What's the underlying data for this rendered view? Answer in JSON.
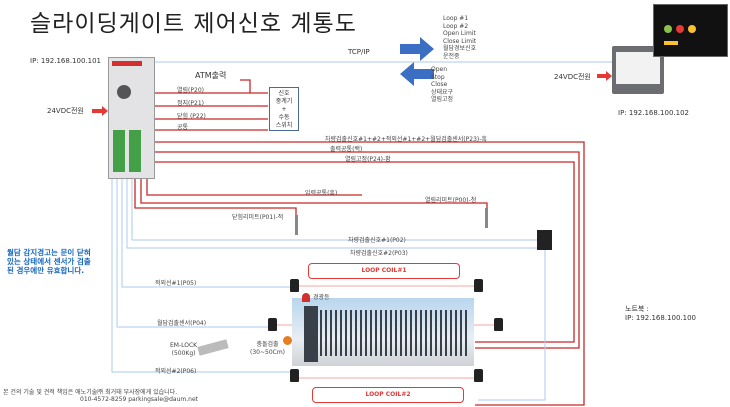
{
  "title": "슬라이딩게이트 제어신호 계통도",
  "plc": {
    "ip": "IP: 192.168.100.101",
    "power": "24VDC전원"
  },
  "hmi": {
    "ip": "IP: 192.168.100.102",
    "power": "24VDC전원"
  },
  "network": {
    "protocol": "TCP/IP"
  },
  "to_hmi_signals": [
    "Loop #1",
    "Loop #2",
    "Open Limit",
    "Close Limit",
    "월담경보신호",
    "운전중"
  ],
  "from_hmi_signals": [
    "Open",
    "Stop",
    "Close",
    "상태요구",
    "열림고정"
  ],
  "atm": {
    "label": "ATM출력"
  },
  "relay": {
    "lines": [
      "신호",
      "중계기",
      "+",
      "수동",
      "스위치"
    ]
  },
  "outputs": [
    "열림(P20)",
    "정지(P21)",
    "닫힘 (P22)",
    "공통"
  ],
  "bus_labels": [
    "차량검출신호#1+#2+적외선#1+#2+월담검출센서(P23)-흑",
    "출력공통(백)",
    "열림고정(P24)-황"
  ],
  "inputs": {
    "common": "입력공통(흑)",
    "open_limit": "열림리미트(P00)-청",
    "close_limit": "닫힘리미트(P01)-적",
    "vehicle1": "차량검출신호#1(P02)",
    "vehicle2": "차량검출신호#2(P03)",
    "ir1": "적외선#1(P05)",
    "wall_sensor": "월담검출센서(P04)",
    "ir2": "적외선#2(P06)"
  },
  "loops": [
    "LOOP COIL#1",
    "LOOP COIL#2"
  ],
  "devices": {
    "warning_light": "경광등",
    "em_lock": [
      "EM-LOCK",
      "(500Kg)"
    ],
    "collision": [
      "충돌검출",
      "(30~50Cm)"
    ]
  },
  "notebook": {
    "label": "노트북 :",
    "ip": "IP: 192.168.100.100"
  },
  "note": "월담 감지경고는 문이 닫혀 있는 상태에서 센서가 검출된 경우에만 유효합니다.",
  "footer": {
    "line1": "본 건의 기술 및 견적 책임은 애노기술㈜ 최거태 부사장에게 있습니다.",
    "line2": "010-4572-8259  parkingsale@daum.net"
  },
  "colors": {
    "wire_red": "#c62828",
    "wire_blue": "#aecbeb",
    "arrow_blue": "#3b6fc4",
    "note_blue": "#1565c0",
    "loop_red": "#e53935"
  }
}
